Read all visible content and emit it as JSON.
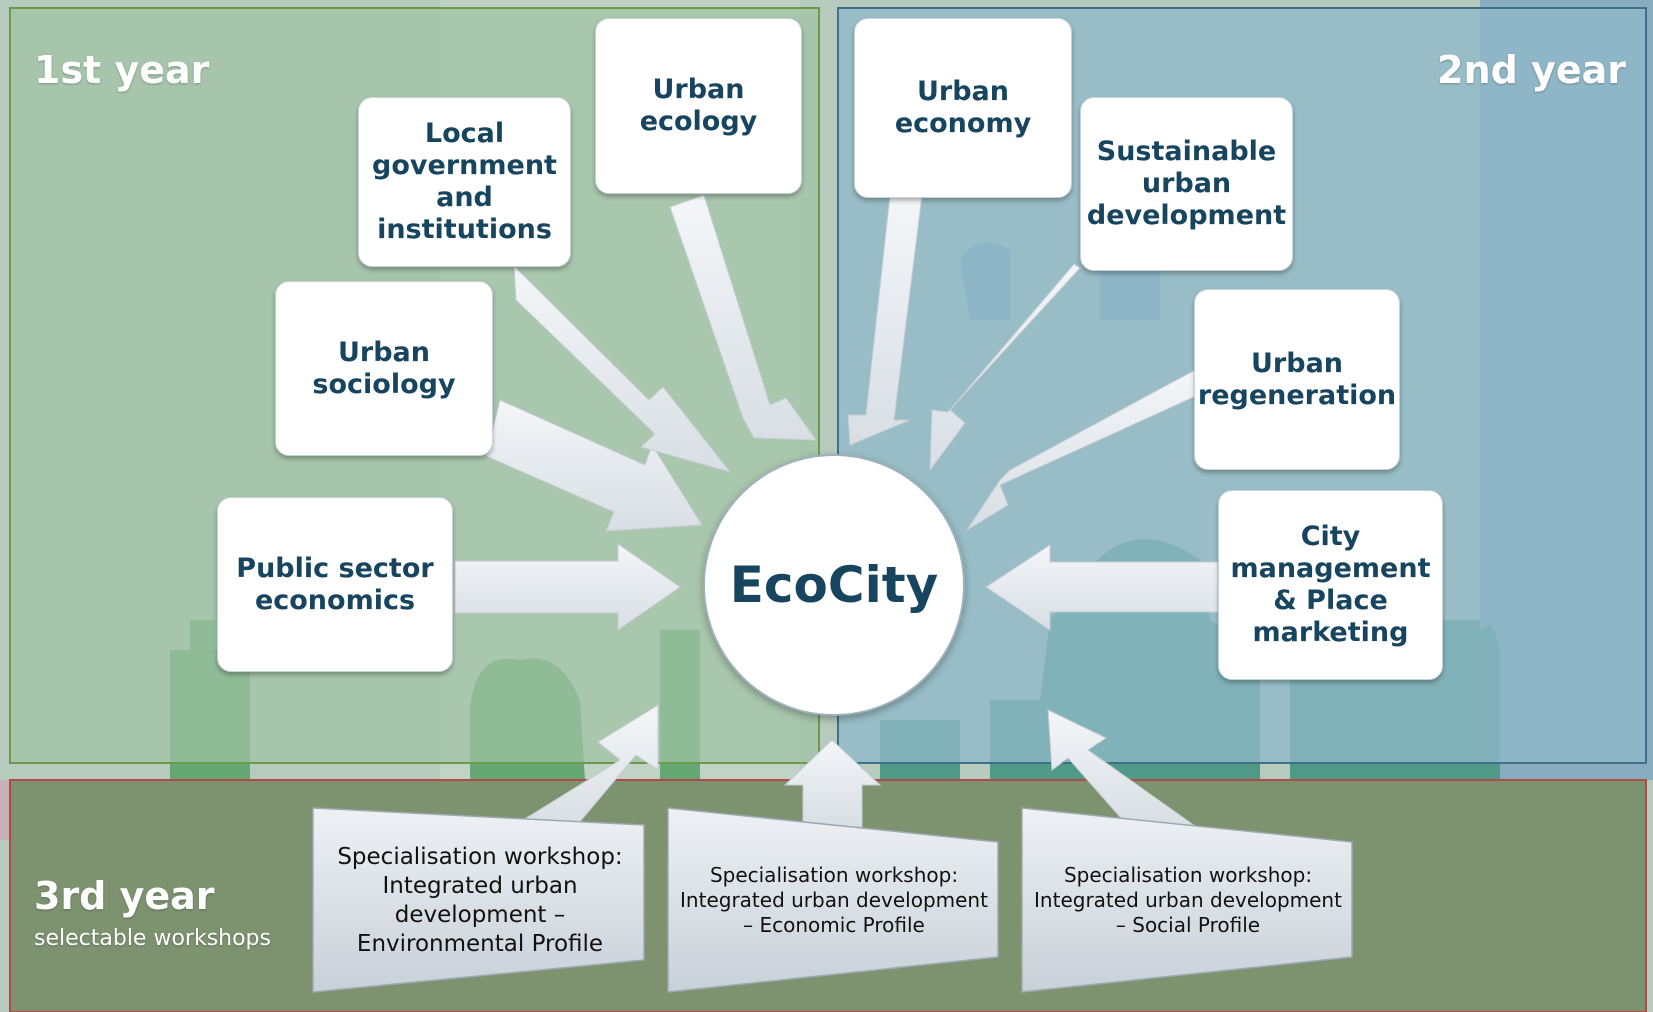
{
  "center": {
    "label": "EcoCity"
  },
  "panels": {
    "year1": {
      "label": "1st year"
    },
    "year2": {
      "label": "2nd year"
    },
    "year3": {
      "label": "3rd year",
      "sublabel": "selectable workshops"
    }
  },
  "topics": {
    "public_sector_economics": "Public sector economics",
    "urban_sociology": "Urban sociology",
    "local_government": "Local government and institutions",
    "urban_ecology": "Urban ecology",
    "urban_economy": "Urban economy",
    "sustainable_urban_development": "Sustainable urban development",
    "urban_regeneration": "Urban regeneration",
    "city_management": "City management & Place marketing"
  },
  "workshops": {
    "environmental": "Specialisation workshop: Integrated urban development – Environmental Profile",
    "economic": "Specialisation workshop: Integrated urban development – Economic Profile",
    "social": "Specialisation workshop: Integrated urban development – Social Profile"
  },
  "colors": {
    "year1_panel": "#9fc2a4",
    "year2_panel": "#8fb8c8",
    "year3_panel": "#7a8f6c",
    "text_dark": "#17445e",
    "arrow_fill": "#e6ebf0"
  }
}
